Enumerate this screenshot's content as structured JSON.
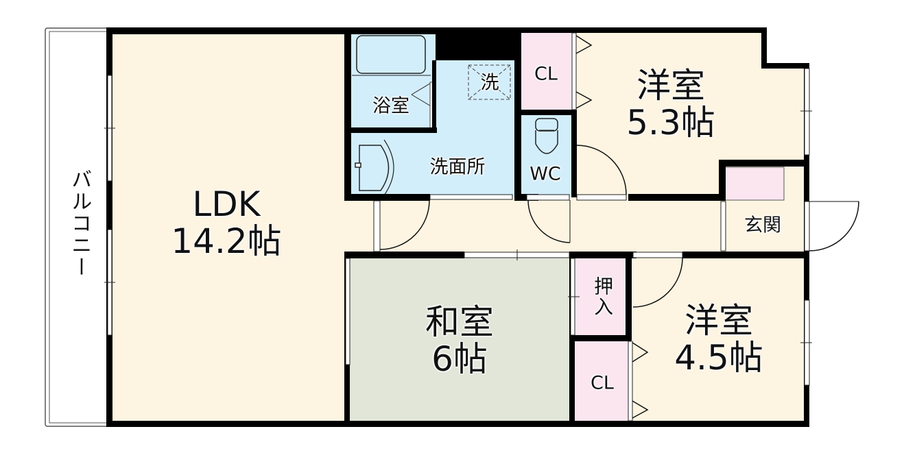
{
  "floor_plan": {
    "type": "apartment floor plan",
    "layout": "3LDK",
    "colors": {
      "wall": "#000000",
      "living_floor": "#fdf5e2",
      "wet_area": "#d3eefb",
      "closet": "#fbe6ef",
      "japanese_room": "#e1e6d8",
      "balcony": "#ffffff"
    },
    "rooms": {
      "ldk": {
        "name": "LDK",
        "size": "14.2帖"
      },
      "western1": {
        "name": "洋室",
        "size": "5.3帖"
      },
      "western2": {
        "name": "洋室",
        "size": "4.5帖"
      },
      "japanese": {
        "name": "和室",
        "size": "6帖"
      },
      "bath": {
        "name": "浴室"
      },
      "washroom": {
        "name": "洗面所"
      },
      "washer": {
        "name": "洗"
      },
      "wc": {
        "name": "WC"
      },
      "closet_top": {
        "name": "CL"
      },
      "closet_bottom": {
        "name": "CL"
      },
      "oshiire": {
        "name": "押入"
      },
      "entrance": {
        "name": "玄関"
      },
      "balcony": {
        "name": "バルコニー"
      }
    }
  }
}
